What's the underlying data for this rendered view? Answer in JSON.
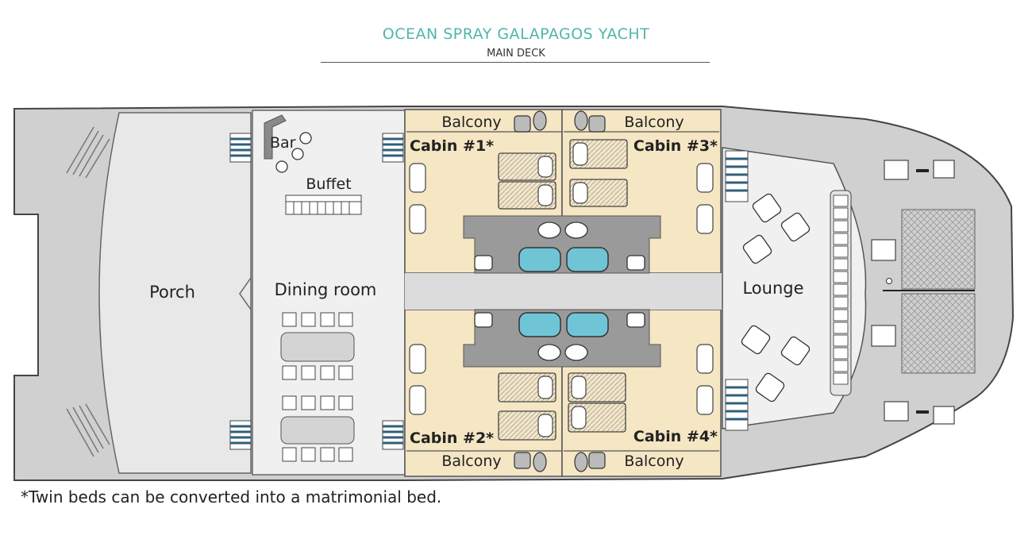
{
  "header": {
    "title": "OCEAN SPRAY GALAPAGOS YACHT",
    "subtitle": "MAIN DECK"
  },
  "rooms": {
    "porch": "Porch",
    "dining": "Dining room",
    "bar": "Bar",
    "buffet": "Buffet",
    "lounge": "Lounge"
  },
  "cabins": [
    {
      "label": "Cabin #1*",
      "balcony": "Balcony"
    },
    {
      "label": "Cabin #2*",
      "balcony": "Balcony"
    },
    {
      "label": "Cabin #3*",
      "balcony": "Balcony"
    },
    {
      "label": "Cabin #4*",
      "balcony": "Balcony"
    }
  ],
  "footnote": "*Twin beds can be converted into a matrimonial bed.",
  "colors": {
    "title": "#4fb6ac",
    "deck": "#d0d0d0",
    "interior": "#f0f0f0",
    "cabin": "#f5e6c4",
    "bathroom": "#9a9a9a",
    "stairs": "#2f5f7a",
    "tub": "#6fc5d6"
  }
}
